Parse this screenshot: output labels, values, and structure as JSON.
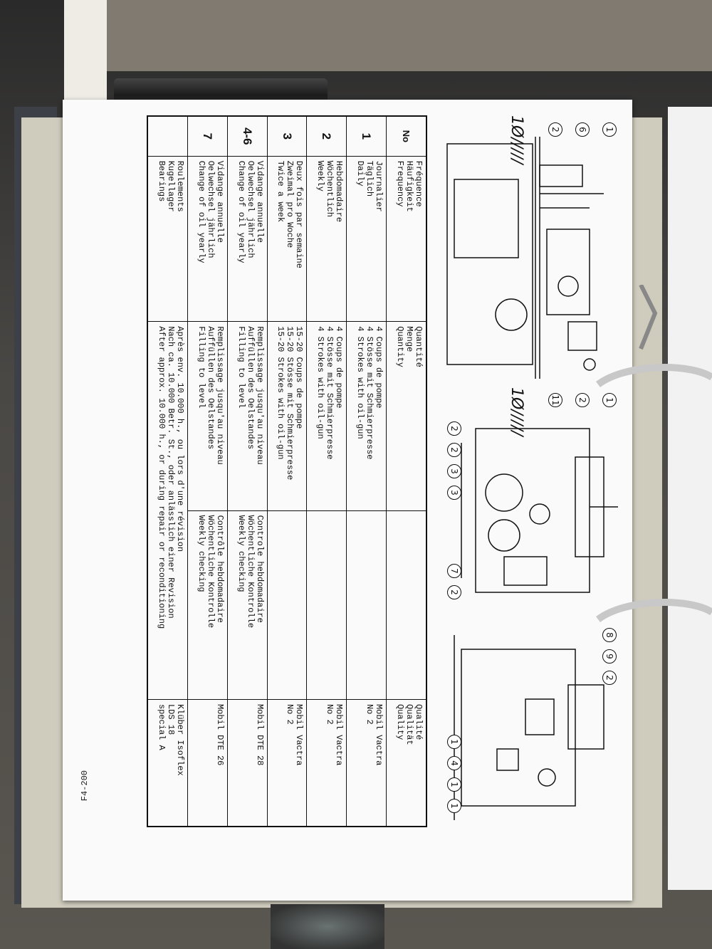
{
  "page": {
    "code": "F4-200",
    "handwriting": [
      "1Ø/////",
      "1Ø/////"
    ]
  },
  "callouts": {
    "left_diagram": [
      "1",
      "6",
      "2",
      "1",
      "2",
      "11"
    ],
    "middle_diagram": [
      "2",
      "2",
      "3",
      "3",
      "7",
      "2"
    ],
    "right_diagram": [
      "8",
      "9",
      "2",
      "1",
      "4",
      "1",
      "1"
    ]
  },
  "table": {
    "headers": {
      "no": "No",
      "frequency": "Fréquence\nHäufigkeit\nFrequency",
      "quantity": "Quantité\nMenge\nQuantity",
      "control": "",
      "quality": "Qualité\nQualität\nQuality"
    },
    "rows": [
      {
        "no": "1",
        "frequency": "Journalier\nTäglich\nDaily",
        "quantity": "4 Coups de pompe\n4 Stösse mit Schmierpresse\n4 Strokes with oil-gun",
        "control": "",
        "quality": "Mobil Vactra\nNo 2"
      },
      {
        "no": "2",
        "frequency": "Hebdomadaire\nWöchentlich\nWeekly",
        "quantity": "4 Coups de pompe\n4 Stösse mit Schmierpresse\n4 Strokes with oil-gun",
        "control": "",
        "quality": "Mobil Vactra\nNo 2"
      },
      {
        "no": "3",
        "frequency": "Deux fois par semaine\nZweimal pro Woche\nTwice a week",
        "quantity": "15-20 Coups de pompe\n15-20 Stösse mit Schmierpresse\n15-20 Strokes with oil-gun",
        "control": "",
        "quality": "Mobil Vactra\nNo 2"
      },
      {
        "no": "4-6",
        "frequency": "Vidange annuelle\nOelwechsel jährlich\nChange of oil yearly",
        "quantity": "Remplissage jusqu'au niveau\nAuffüllen des Oelstandes\nFilling to level",
        "control": "Controle hebdomadaire\nWöchentliche Kontrolle\nWeekly checking",
        "quality": "Mobil DTE 28"
      },
      {
        "no": "7",
        "frequency": "Vidange annuelle\nOelwechsel jährlich\nChange of oil yearly",
        "quantity": "Remplissage jusqu'au niveau\nAuffüllen des Oelstandes\nFilling to level",
        "control": "Contrôle hebdomadaire\nWöchentliche Kontrolle\nWeekly checking",
        "quality": "Mobil DTE 26"
      },
      {
        "no": "",
        "frequency": "Roulements\nKugellager\nBearings",
        "quantity": "Après env. 10.000 h., ou lors d'une révision\nNach ca. 10.000 Betr. St., oder anlässlich einer Revision\nAfter approx. 10.000 h., or during repair or reconditioning",
        "control": "",
        "quality": "Klüber Isoflex\nLDS 18\nspecial A"
      }
    ]
  }
}
